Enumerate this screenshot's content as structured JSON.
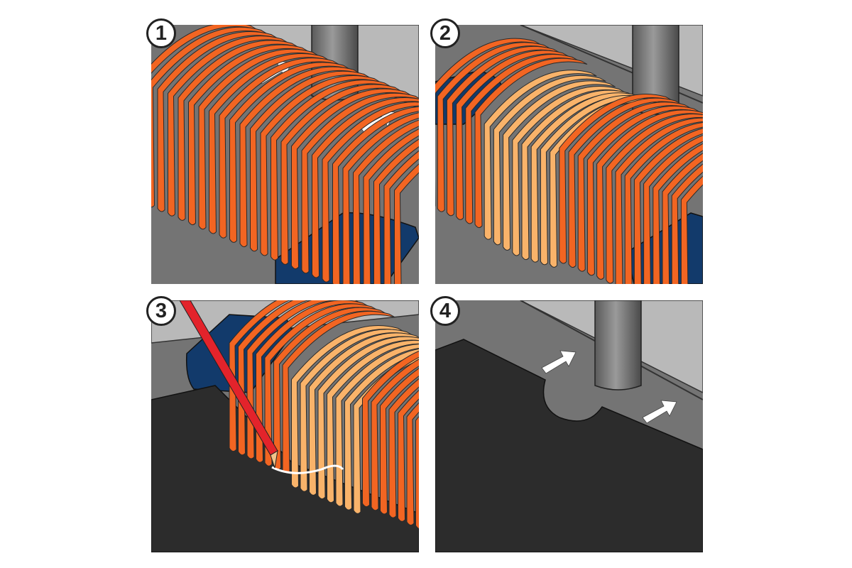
{
  "steps": [
    {
      "number": "1"
    },
    {
      "number": "2"
    },
    {
      "number": "3"
    },
    {
      "number": "4"
    }
  ],
  "colors": {
    "fin_orange": "#f26522",
    "fin_light": "#f9b36a",
    "navy": "#123a6b",
    "floor": "#747474",
    "wall": "#b9b9b9",
    "dark_surface": "#2c2c2c",
    "pencil_red": "#e3232b"
  }
}
